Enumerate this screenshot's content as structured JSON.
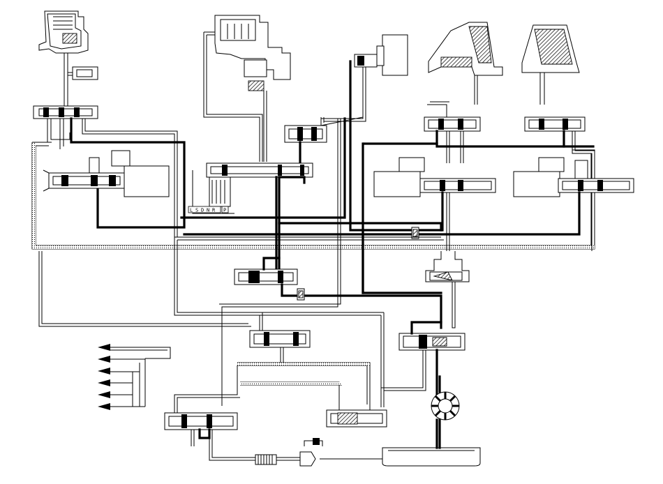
{
  "selector": {
    "positions": [
      "L",
      "S",
      "D",
      "N",
      "R",
      "P"
    ]
  },
  "outlets": {
    "count": 6
  },
  "colors": {
    "line": "#000000",
    "background": "#ffffff"
  }
}
